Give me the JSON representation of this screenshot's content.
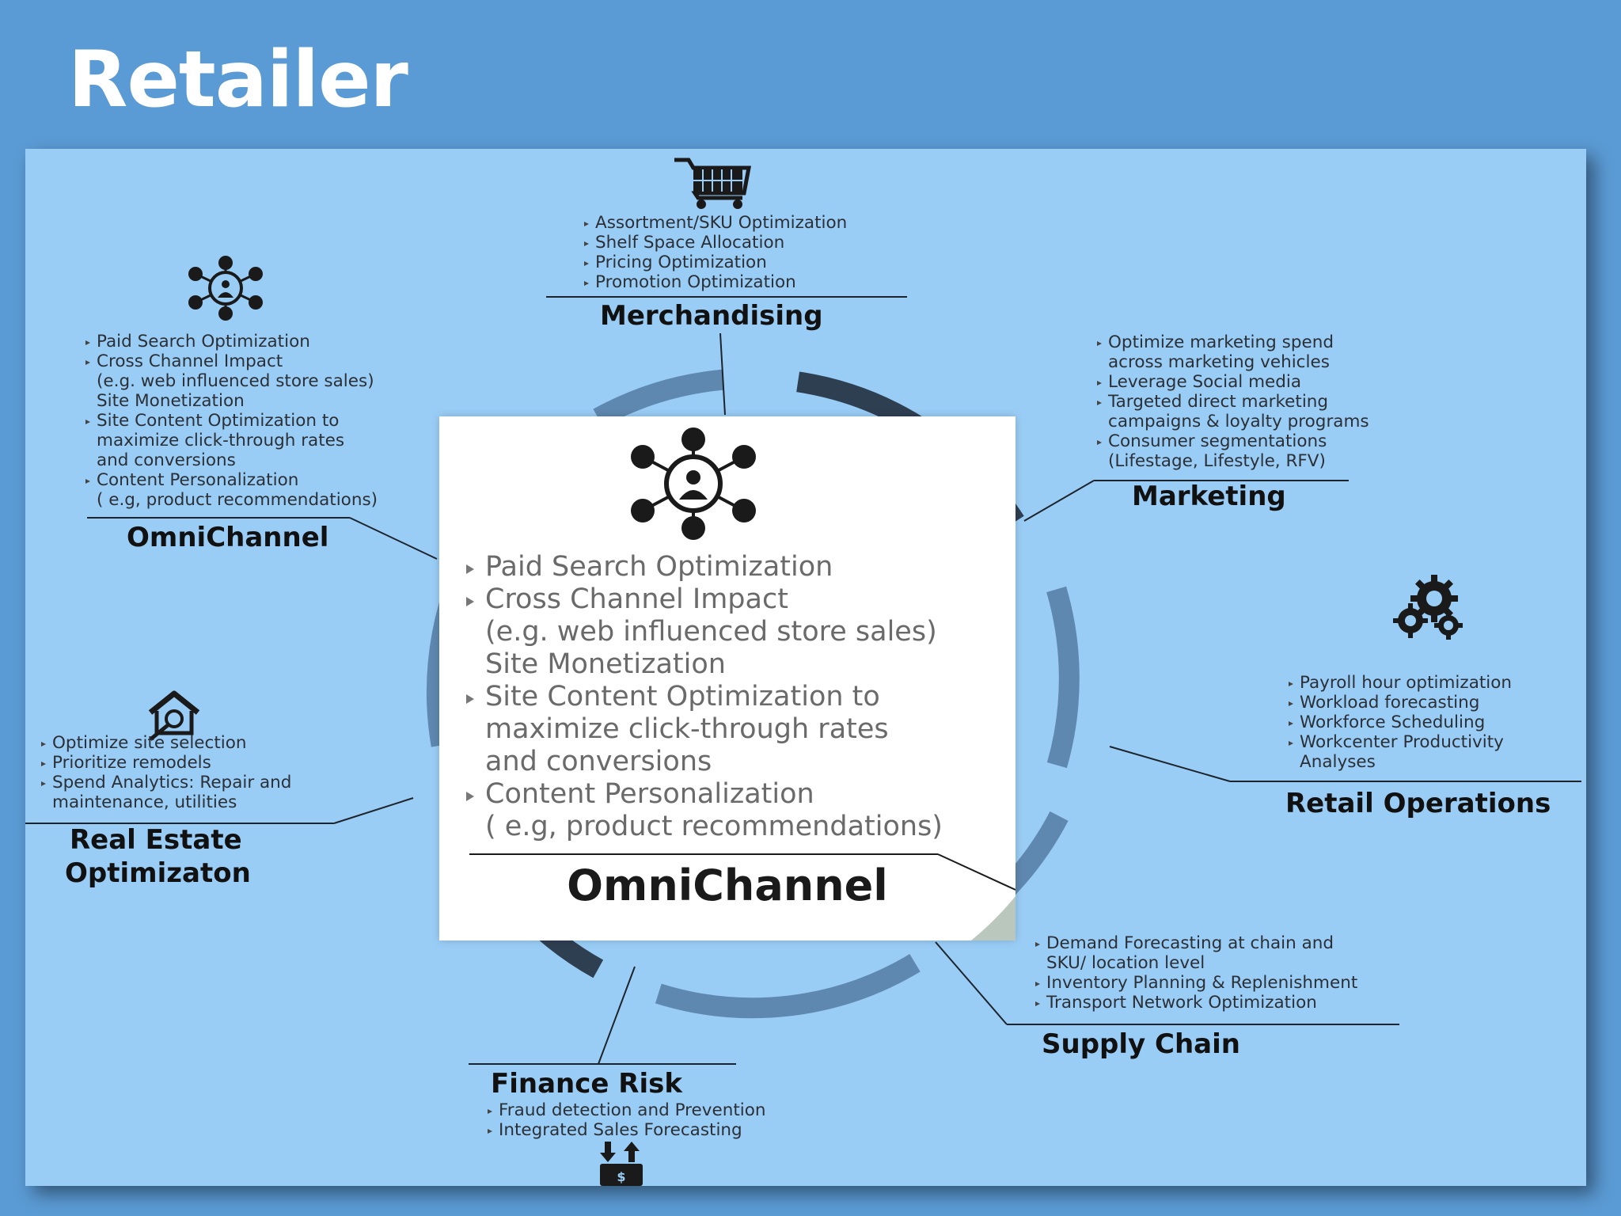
{
  "title": "Retailer",
  "segments": {
    "merchandising": {
      "title": "Merchandising",
      "items": [
        "Assortment/SKU Optimization",
        "Shelf Space Allocation",
        "Pricing Optimization",
        "Promotion Optimization"
      ]
    },
    "omnichannel": {
      "title": "OmniChannel",
      "items": [
        "Paid Search Optimization",
        "Cross Channel Impact",
        "(e.g. web influenced store sales)",
        "Site Monetization",
        "Site Content Optimization to",
        "maximize click-through rates",
        "and conversions",
        "Content Personalization",
        "( e.g, product recommendations)"
      ]
    },
    "marketing": {
      "title": "Marketing",
      "items": [
        "Optimize marketing spend",
        "across marketing vehicles",
        "Leverage Social media",
        "Targeted direct marketing",
        "campaigns & loyalty programs",
        "Consumer segmentations",
        "(Lifestage, Lifestyle, RFV)"
      ]
    },
    "retail_operations": {
      "title": "Retail Operations",
      "items": [
        "Payroll hour optimization",
        "Workload forecasting",
        "Workforce Scheduling",
        "Workcenter Productivity",
        "Analyses"
      ]
    },
    "real_estate": {
      "title_line1": "Real Estate",
      "title_line2": "Optimizaton",
      "items": [
        "Optimize site selection",
        "Prioritize remodels",
        "Spend Analytics: Repair and",
        "maintenance, utilities"
      ]
    },
    "supply_chain": {
      "title": "Supply Chain",
      "items": [
        "Demand Forecasting at chain and",
        "SKU/ location level",
        "Inventory Planning & Replenishment",
        "Transport Network Optimization"
      ]
    },
    "finance_risk": {
      "title": "Finance Risk",
      "items": [
        "Fraud detection and Prevention",
        "Integrated Sales Forecasting"
      ]
    }
  },
  "center": {
    "title": "OmniChannel",
    "items": [
      "Paid Search Optimization",
      "Cross Channel Impact",
      "(e.g. web influenced store sales)",
      "Site Monetization",
      "Site Content Optimization to",
      "maximize click-through rates",
      "and conversions",
      "Content Personalization",
      "( e.g, product recommendations)"
    ]
  },
  "icons": {
    "merchandising": "shopping-cart-icon",
    "omnichannel": "network-person-icon",
    "retail_operations": "gears-icon",
    "real_estate": "house-search-icon",
    "finance_risk": "money-arrows-icon"
  },
  "colors": {
    "background": "#5b9bd5",
    "panel": "#9acdf6",
    "ring_dark": "#2f3f52",
    "ring_mid": "#5f88b0"
  }
}
